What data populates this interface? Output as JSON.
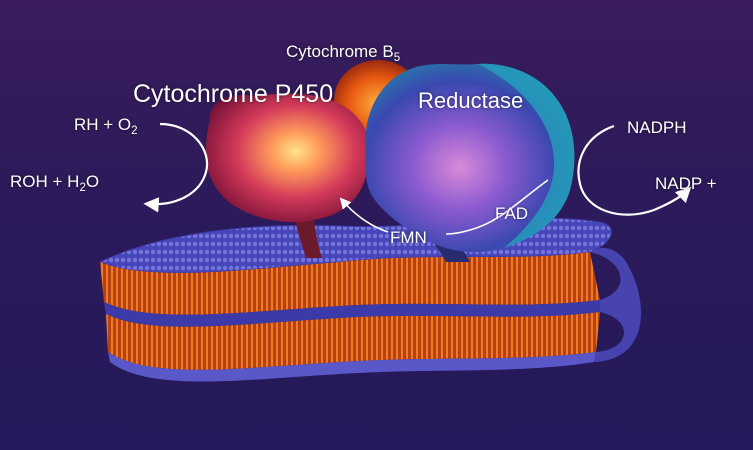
{
  "labels": {
    "cytochrome_p450": "Cytochrome P450",
    "cytochrome_b5": {
      "text": "Cytochrome B",
      "subscript": "5"
    },
    "reductase": "Reductase",
    "substrate_in": {
      "before": "RH + O",
      "subscript": "2",
      "after": ""
    },
    "product_out": {
      "before": "ROH + H",
      "subscript": "2",
      "after": "O"
    },
    "nadph": "NADPH",
    "nadp_plus": "NADP +",
    "fad": "FAD",
    "fmn": "FMN"
  },
  "colors": {
    "background_top": "#3a1c5c",
    "background_bottom": "#24195a",
    "membrane_blue": "#5a58c8",
    "membrane_orange": "#d45a1a",
    "p450_core": "#ffd070",
    "p450_edge": "#a0183c",
    "b5_core": "#ff7a10",
    "reductase_core": "#e090d0",
    "reductase_edge": "#20a8c0",
    "arrow": "#ffffff"
  }
}
